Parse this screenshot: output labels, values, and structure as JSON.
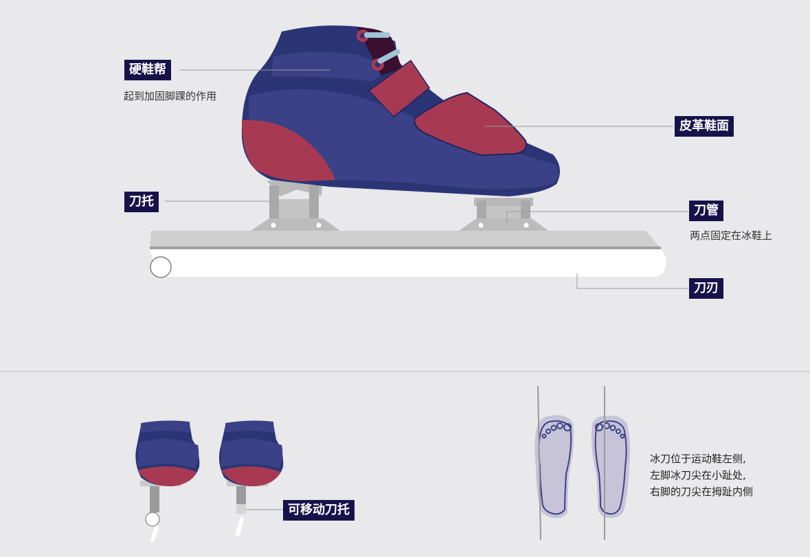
{
  "labels": {
    "hard_upper": "硬鞋帮",
    "hard_upper_note": "起到加固脚踝的作用",
    "leather_vamp": "皮革鞋面",
    "blade_holder": "刀托",
    "blade_tube": "刀管",
    "blade_tube_note": "两点固定在冰鞋上",
    "blade_edge": "刀刃",
    "movable_holder": "可移动刀托"
  },
  "foot_note": [
    "冰刀位于运动鞋左侧,",
    "左脚冰刀尖在小趾处,",
    "右脚的刀尖在拇趾内侧"
  ],
  "colors": {
    "boot_navy": "#2b3575",
    "boot_mid": "#3a4186",
    "accent_red": "#a73a52",
    "label_bg": "#17124a",
    "blade_silver": "#cfcfcf",
    "blade_white": "#ffffff",
    "lace_blue": "#9fc4d8"
  }
}
